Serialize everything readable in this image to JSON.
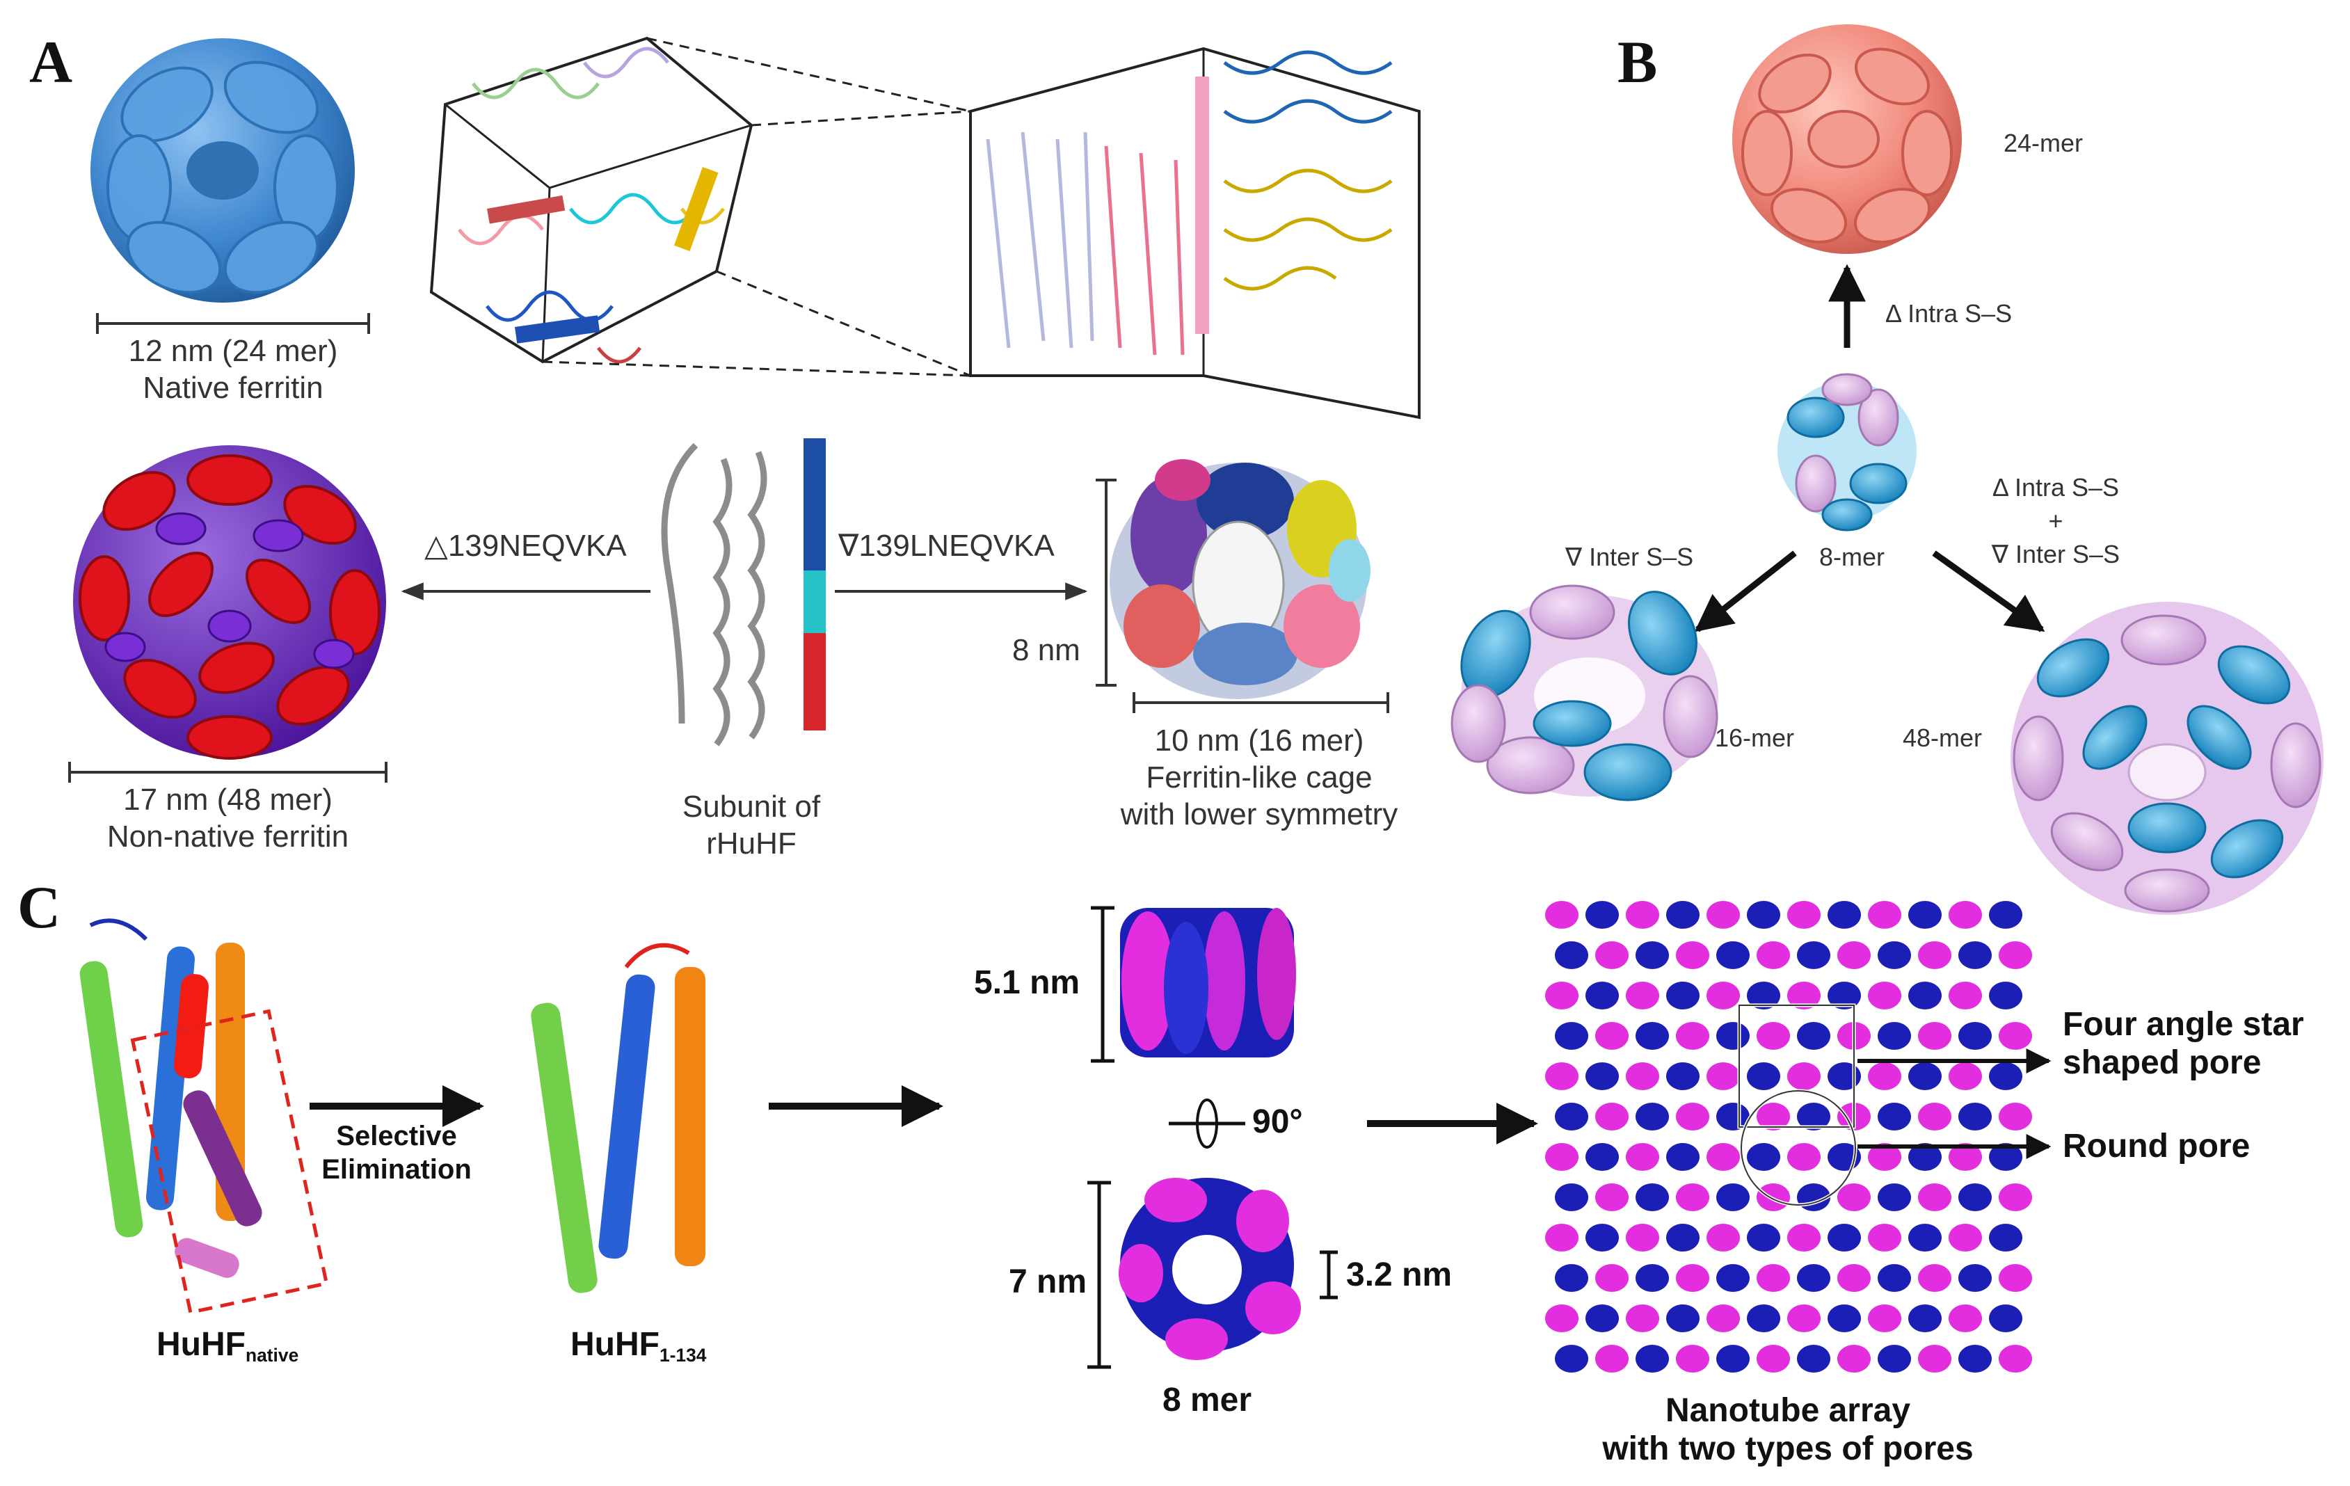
{
  "panels": {
    "a": {
      "letter": "A",
      "native_size": "12 nm (24 mer)",
      "native_name": "Native ferritin",
      "nonnative_size": "17 nm (48 mer)",
      "nonnative_name": "Non-native ferritin",
      "deletion_label": "△139NEQVKA",
      "insertion_label": "∇139LNEQVKA",
      "subunit_line1": "Subunit of",
      "subunit_line2": "rHuHF",
      "cage_height": "8 nm",
      "cage_size": "10 nm (16 mer)",
      "cage_line1": "Ferritin-like cage",
      "cage_line2": "with lower symmetry",
      "colors": {
        "native": "#3f87cf",
        "red": "#e0131c",
        "purple": "#6a1fc2"
      }
    },
    "b": {
      "letter": "B",
      "mer24": "24-mer",
      "intra": "Δ Intra S–S",
      "mer8": "8-mer",
      "inter": "∇ Inter S–S",
      "intra_combo": "Δ Intra S–S",
      "plus": "+",
      "inter_combo": "∇ Inter S–S",
      "mer16": "16-mer",
      "mer48": "48-mer",
      "colors": {
        "salmon": "#f0877a",
        "cyan": "#2aa3dc",
        "lilac": "#dcb3e6"
      }
    },
    "c": {
      "letter": "C",
      "huhf_native_main": "HuHF",
      "huhf_native_sub": "native",
      "selective_line1": "Selective",
      "selective_line2": "Elimination",
      "huhf_trunc_main": "HuHF",
      "huhf_trunc_sub": "1-134",
      "height_51": "5.1 nm",
      "rotation": "90°",
      "height_7": "7 nm",
      "pore_32": "3.2 nm",
      "mer8": "8 mer",
      "star_line1": "Four angle star",
      "star_line2": "shaped pore",
      "round_pore": "Round pore",
      "array_line1": "Nanotube array",
      "array_line2": "with two types of pores",
      "colors": {
        "blue": "#1b1fb5",
        "magenta": "#e32ee0"
      }
    }
  }
}
